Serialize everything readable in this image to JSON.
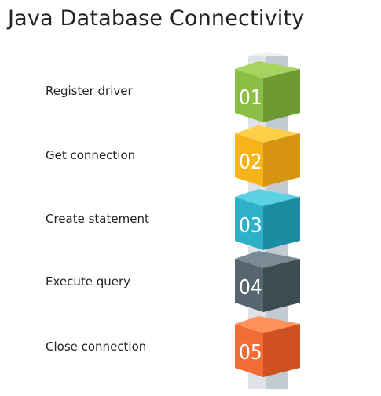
{
  "title": "Java Database Connectivity",
  "steps": [
    {
      "label": "Register  driver",
      "number": "01",
      "colors": {
        "front": "#8cbd44",
        "top": "#a7d45e",
        "side": "#6e9a32"
      }
    },
    {
      "label": "Get connection",
      "number": "02",
      "colors": {
        "front": "#f6b41a",
        "top": "#ffd047",
        "side": "#d69410"
      }
    },
    {
      "label": "Create statement",
      "number": "03",
      "colors": {
        "front": "#2cb1c9",
        "top": "#5bd1e4",
        "side": "#1a8da3"
      }
    },
    {
      "label": "Execute query",
      "number": "04",
      "colors": {
        "front": "#55666f",
        "top": "#7a8b93",
        "side": "#3d4b53"
      }
    },
    {
      "label": "Close connection",
      "number": "05",
      "colors": {
        "front": "#f26c36",
        "top": "#ff9159",
        "side": "#cf5021"
      }
    }
  ],
  "pillar_colors": {
    "front": "#dfe3e8",
    "side": "#c4cad1",
    "top": "#eef1f4"
  }
}
